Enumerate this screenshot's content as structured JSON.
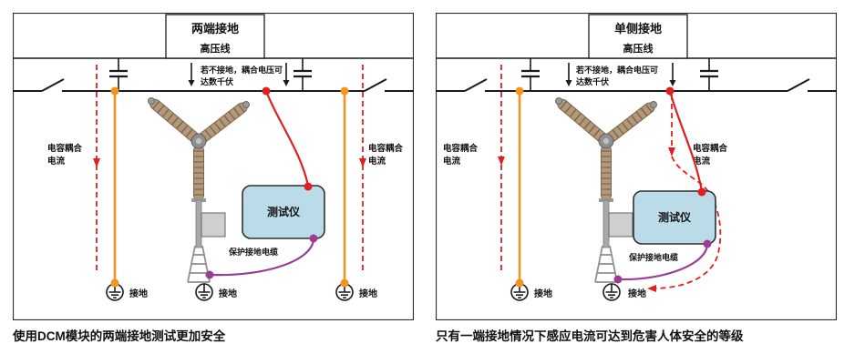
{
  "panels": {
    "left": {
      "title": "两端接地",
      "hv_line_label": "高压线",
      "note_line1": "若不接地，耦合电压可",
      "note_line2": "达数千伏",
      "left_coupling_label_line1": "电容耦合",
      "left_coupling_label_line2": "电流",
      "right_coupling_label_line1": "电容耦合",
      "right_coupling_label_line2": "电流",
      "tester_label": "测试仪",
      "protective_cable_label": "保护接地电缆",
      "ground_label_left": "接地",
      "ground_label_middle": "接地",
      "ground_label_right": "接地",
      "caption": "使用DCM模块的两端接地测试更加安全"
    },
    "right": {
      "title": "单侧接地",
      "hv_line_label": "高压线",
      "note_line1": "若不接地，耦合电压可",
      "note_line2": "达数千伏",
      "left_coupling_label_line1": "电容耦合",
      "left_coupling_label_line2": "电流",
      "right_coupling_label_line1": "电容耦合",
      "right_coupling_label_line2": "电流",
      "tester_label": "测试仪",
      "protective_cable_label": "保护接地电缆",
      "ground_label_left": "接地",
      "ground_label_middle": "接地",
      "caption": "只有一端接地情况下感应电流可达到危害人体安全的等级"
    }
  },
  "colors": {
    "line": "#1a1a1a",
    "coupling_current_red": "#e02020",
    "ground_conductor_orange": "#f2941d",
    "protective_cable_purple": "#9b3d97",
    "tester_fill": "#badbe7",
    "insulator_tan": "#b49879"
  }
}
